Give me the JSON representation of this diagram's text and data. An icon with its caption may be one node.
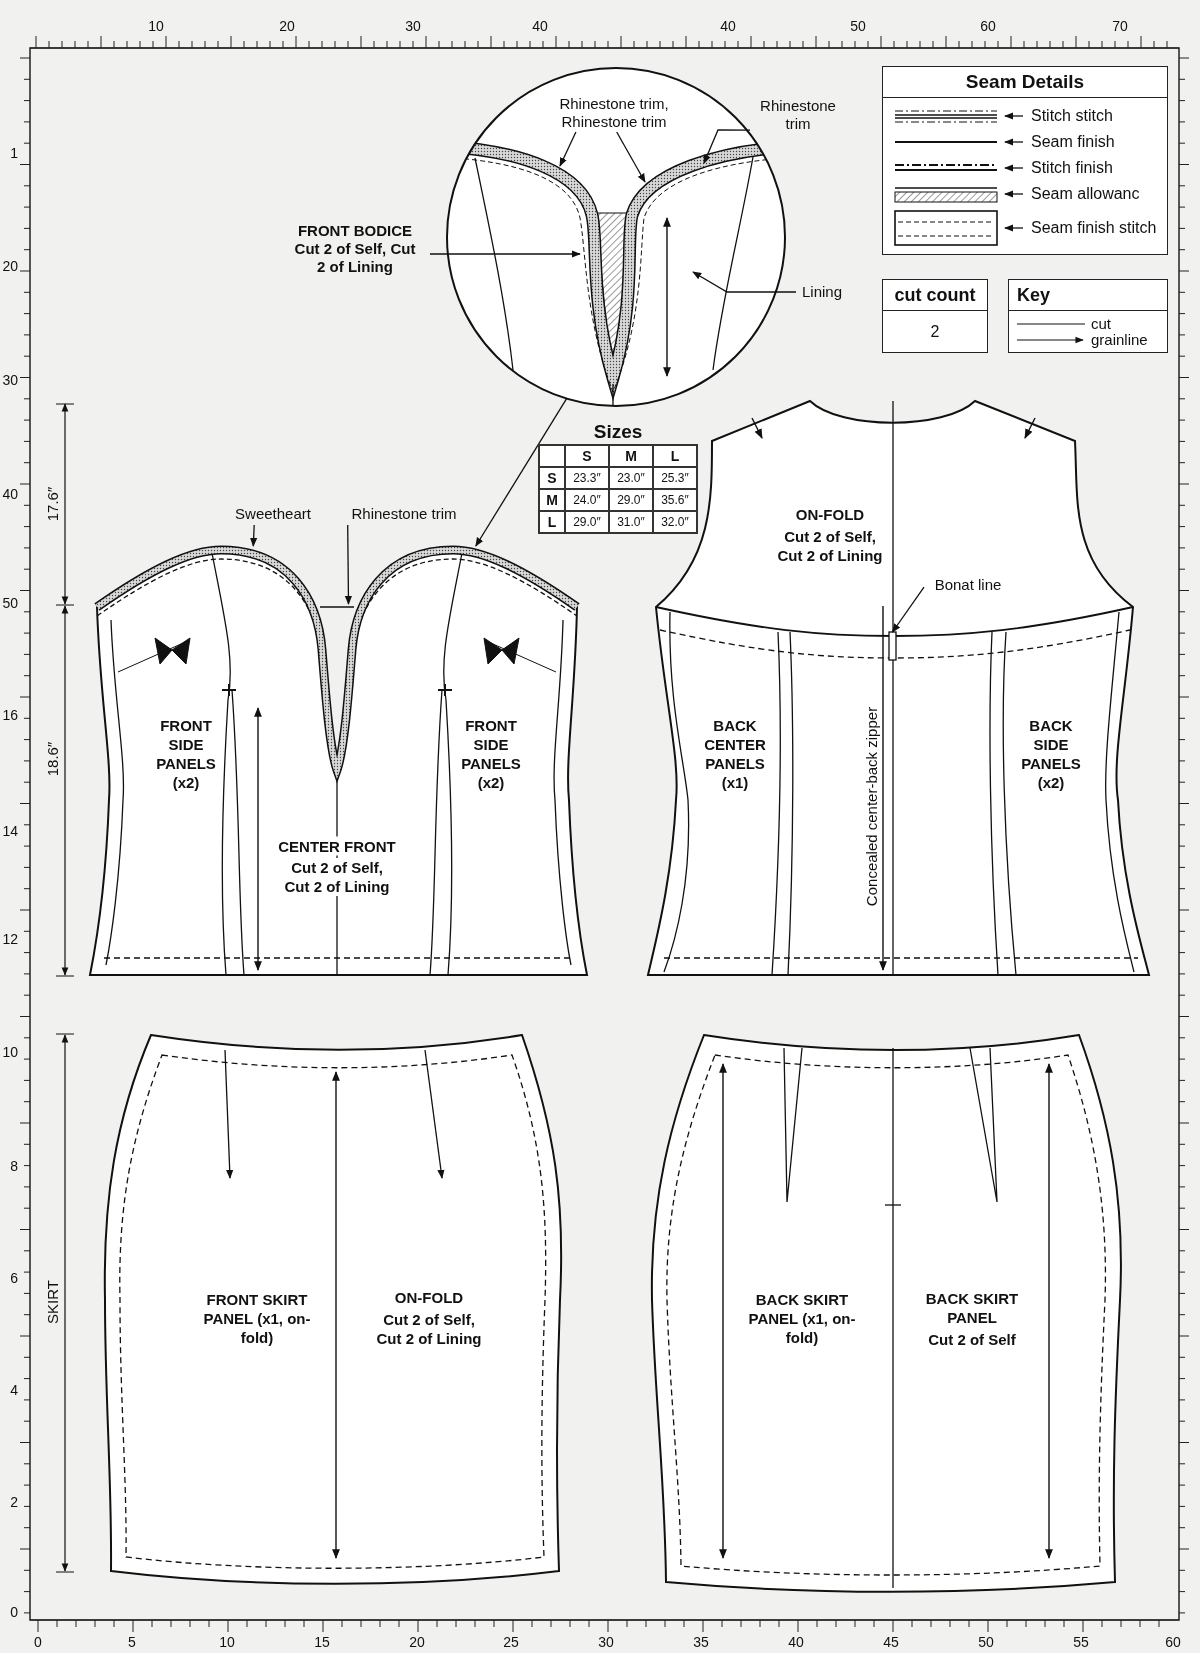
{
  "diagram": {
    "nodes": [
      {
        "text": [],
        "shape": "circle"
      },
      {
        "text": [
          "Rhinestone trim, Rhinestone trim"
        ],
        "in": 0
      },
      {
        "text": [
          "Rhinestone trim"
        ]
      },
      {
        "text": [
          "FRONT BODICE",
          "Cut 2 of Self, Cut 2 of Lining"
        ]
      },
      {
        "text": [
          "Lining"
        ]
      },
      {
        "text": [
          "Sweetheart"
        ]
      },
      {
        "text": [
          "Rhinestone trim"
        ]
      },
      {
        "text": [
          "FRONT SIDE PANELS (x2)",
          "CENTER FRONT",
          "Cut 2 of Self, Cut 2 of Lining",
          "FRONT SIDE PANELS (x2)"
        ]
      },
      {
        "text": [
          "ON-FOLD",
          "Cut 2 of Self, Cut 2 of Lining",
          "BACK CENTER PANELS (x1)",
          "BACK SIDE PANELS (x2)",
          "Concealed center-back zipper"
        ]
      },
      {
        "text": [
          "Bonat line"
        ],
        "in": 8
      },
      {
        "text": [],
        "shape": "box",
        "in": 8
      },
      {
        "text": [
          "FRONT SKIRT PANEL (x1, on-fold)",
          "ON-FOLD",
          "Cut 2 of Self, Cut 2 of Lining"
        ]
      },
      {
        "text": [
          "BACK SKIRT PANEL (x1, on-fold)",
          "BACK SKIRT PANEL",
          "Cut 2 of Self"
        ]
      }
    ],
    "edges": [
      {
        "from": 1,
        "to": null,
        "arrow": "to"
      },
      {
        "from": 1,
        "to": null,
        "arrow": "to"
      },
      {
        "from": 2,
        "to": 0,
        "arrow": "to"
      },
      {
        "from": 3,
        "to": null,
        "arrow": "to"
      },
      {
        "from": 4,
        "to": null,
        "arrow": "to"
      },
      {
        "from": 5,
        "to": 7,
        "arrow": "to"
      },
      {
        "from": 6,
        "to": 7,
        "arrow": "to"
      },
      {
        "from": 0,
        "to": 7,
        "arrow": "to"
      },
      {
        "from": 9,
        "to": 10,
        "arrow": "to"
      }
    ],
    "labels": [
      "10",
      "20",
      "30",
      "40",
      "40",
      "50",
      "60",
      "70",
      "Seam Details",
      "cut count",
      "2",
      "Key",
      "cut",
      "grainline",
      "Sizes",
      "S",
      "M",
      "L",
      "S",
      "23.3″",
      "23.0″",
      "25.3″",
      "M",
      "24.0″",
      "29.0″",
      "35.6″",
      "L",
      "29.0″",
      "31.0″",
      "32.0″",
      "17.6″",
      "18.6″",
      "SKIRT",
      "1",
      "20",
      "30",
      "40",
      "50",
      "16",
      "14",
      "12",
      "10",
      "8",
      "6",
      "4",
      "2",
      "0",
      "0",
      "5",
      "10",
      "15",
      "20",
      "25",
      "30",
      "35",
      "40",
      "45",
      "50",
      "55",
      "60"
    ],
    "legend": [
      {
        "text": "Stitch stitch"
      },
      {
        "text": "Seam finish"
      },
      {
        "text": "Stitch finish"
      },
      {
        "text": "Seam allowanc"
      },
      {
        "text": "Seam finish stitch"
      }
    ]
  }
}
